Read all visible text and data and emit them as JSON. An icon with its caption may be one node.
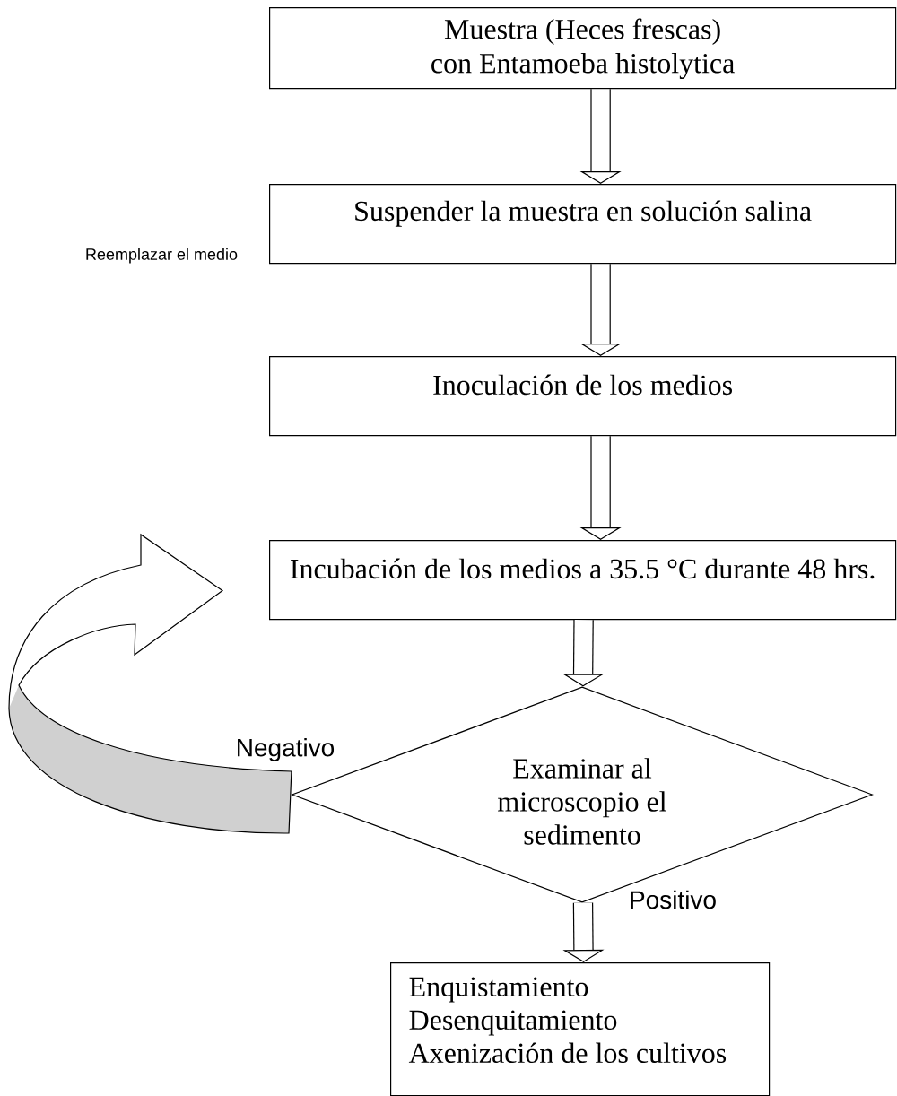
{
  "diagram": {
    "nodes": [
      {
        "text": [
          "Muestra (Heces frescas) con Entamoeba histolytica"
        ]
      },
      {
        "text": [
          "Suspender la muestra en solución salina"
        ]
      },
      {
        "text": [
          "Inoculación de los medios"
        ]
      },
      {
        "text": [
          "Incubación de los medios a 35.5 °C durante 48 hrs."
        ]
      },
      {
        "text": [
          "Examinar al microscopio el sedimento"
        ]
      },
      {
        "text": [
          "Enquistamiento",
          "Desenquitamiento",
          "Axenización de los cultivos"
        ]
      }
    ],
    "edges": [
      {
        "from": 0,
        "to": 1,
        "arrow": "to"
      },
      {
        "from": 1,
        "to": 2,
        "arrow": "to"
      },
      {
        "from": 2,
        "to": 3,
        "arrow": "to"
      },
      {
        "from": 3,
        "to": 4,
        "arrow": "to"
      },
      {
        "from": 4,
        "to": 5,
        "arrow": "to",
        "label": "Positivo"
      },
      {
        "from": 4,
        "to": 3,
        "arrow": "to",
        "label": "Negativo"
      }
    ],
    "labels": [
      "Reemplazar el medio"
    ]
  }
}
